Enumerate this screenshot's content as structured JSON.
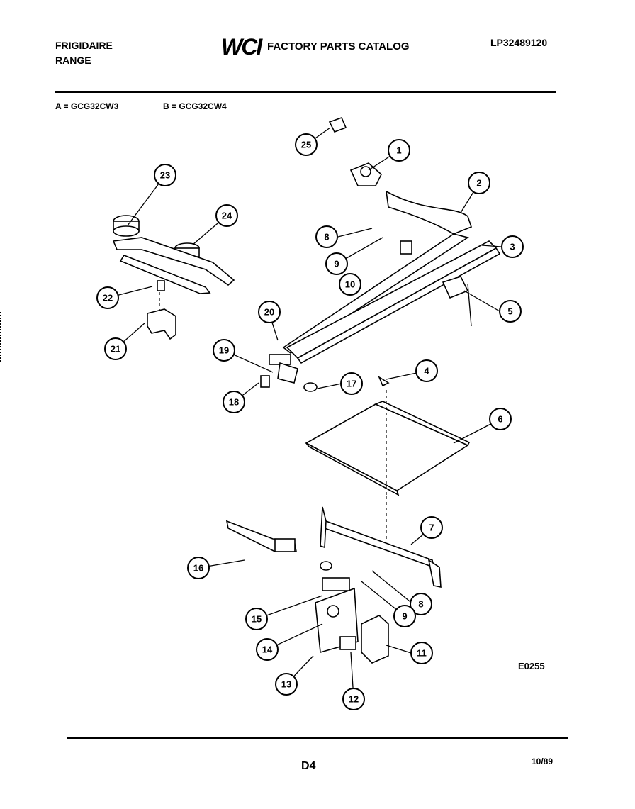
{
  "header": {
    "brand": "FRIGIDAIRE",
    "product": "RANGE",
    "logo": "WCI",
    "catalog_title": "FACTORY PARTS CATALOG",
    "doc_number": "LP32489120"
  },
  "models": {
    "a": "A = GCG32CW3",
    "b": "B = GCG32CW4"
  },
  "diagram": {
    "code": "E0255",
    "callouts": [
      "1",
      "2",
      "3",
      "4",
      "5",
      "6",
      "7",
      "8",
      "9",
      "10",
      "11",
      "12",
      "13",
      "14",
      "15",
      "16",
      "17",
      "18",
      "19",
      "20",
      "21",
      "22",
      "23",
      "24",
      "25",
      "8",
      "9"
    ]
  },
  "footer": {
    "page": "D4",
    "date": "10/89"
  }
}
